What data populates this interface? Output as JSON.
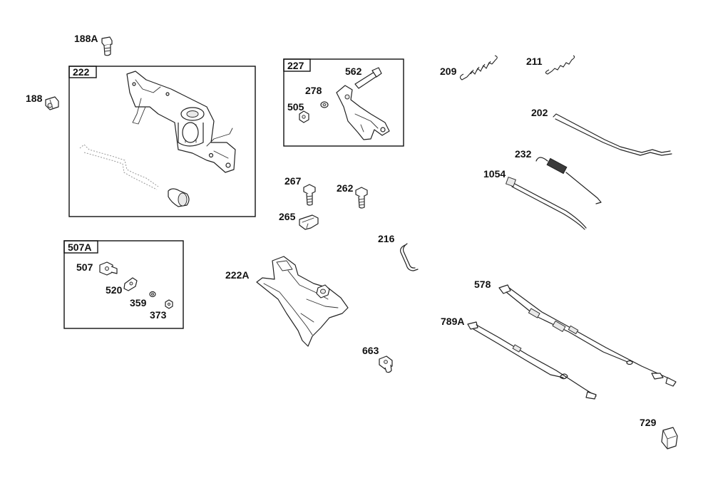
{
  "callouts": {
    "c188A": "188A",
    "c188": "188",
    "c222": "222",
    "c227": "227",
    "c562": "562",
    "c278": "278",
    "c505": "505",
    "c209": "209",
    "c211": "211",
    "c202": "202",
    "c232": "232",
    "c1054": "1054",
    "c267": "267",
    "c262": "262",
    "c265": "265",
    "c216": "216",
    "c507A": "507A",
    "c507": "507",
    "c520": "520",
    "c359": "359",
    "c373": "373",
    "c222A": "222A",
    "c578": "578",
    "c789A": "789A",
    "c663": "663",
    "c729": "729"
  }
}
